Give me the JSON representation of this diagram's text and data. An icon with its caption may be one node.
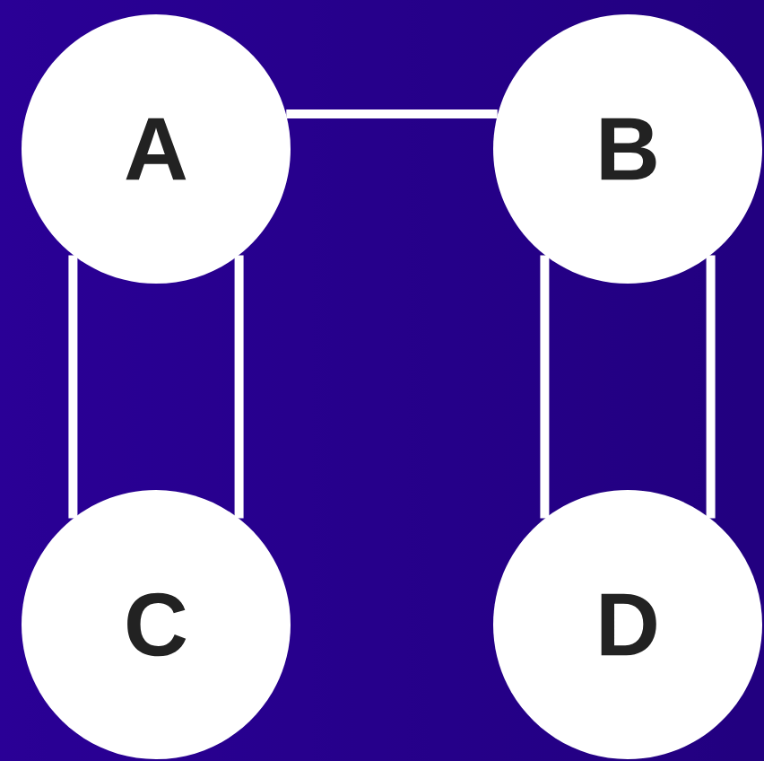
{
  "diagram": {
    "nodes": [
      {
        "text": [
          "A"
        ]
      },
      {
        "text": [
          "B"
        ]
      },
      {
        "text": [
          "C"
        ]
      },
      {
        "text": [
          "D"
        ]
      }
    ],
    "edges": [
      {
        "from": 0,
        "to": 1,
        "arrow": "none"
      },
      {
        "from": 0,
        "to": 2,
        "arrow": "none"
      },
      {
        "from": 0,
        "to": 2,
        "arrow": "none"
      },
      {
        "from": 1,
        "to": 3,
        "arrow": "none"
      },
      {
        "from": 1,
        "to": 3,
        "arrow": "none"
      }
    ]
  }
}
